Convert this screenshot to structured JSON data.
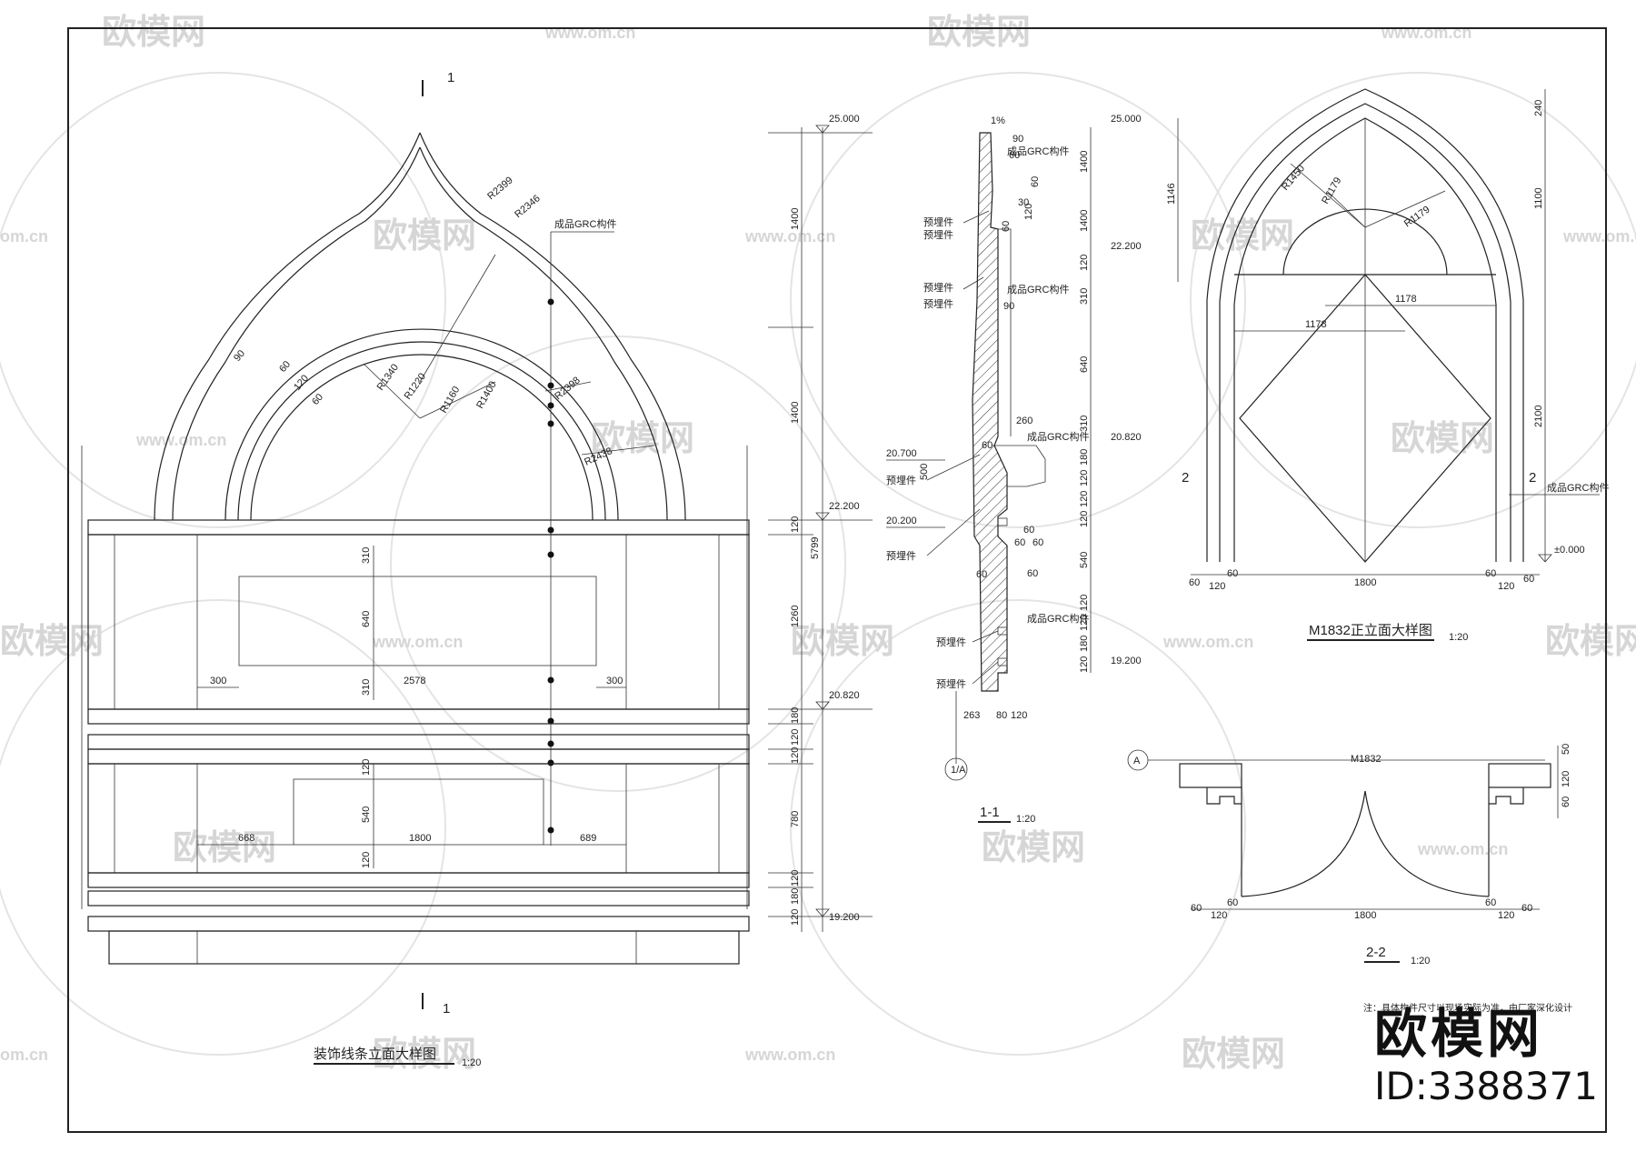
{
  "watermark": {
    "brand": "欧模网",
    "url": "www.om.cn",
    "short_url": "om.cn"
  },
  "brand_box": {
    "name": "欧模网",
    "id_text": "ID:3388371"
  },
  "drawing1": {
    "title": "装饰线条立面大样图",
    "scale": "1:20",
    "section_mark": "1",
    "radii": [
      "R2399",
      "R2346",
      "R1340",
      "R1220",
      "R1160",
      "R1400",
      "R2398",
      "R2438"
    ],
    "arc_dims": [
      "90",
      "60",
      "120",
      "60"
    ],
    "callout": "成品GRC构件",
    "hdims": [
      "300",
      "2578",
      "300",
      "668",
      "1800",
      "689"
    ],
    "vdims_inner": [
      "310",
      "640",
      "310",
      "120",
      "540",
      "120"
    ],
    "right_chain": [
      "1400",
      "1400",
      "120",
      "1260",
      "180",
      "120",
      "120",
      "780",
      "120",
      "180",
      "120"
    ],
    "total": "5799",
    "levels": [
      "25.000",
      "22.200",
      "20.820",
      "19.200"
    ]
  },
  "drawing2": {
    "title": "1-1",
    "scale": "1:20",
    "slope": "1%",
    "grid": "1/A",
    "callouts": [
      "成品GRC构件",
      "预埋件",
      "预埋件",
      "预埋件",
      "预埋件",
      "成品GRC构件",
      "成品GRC构件",
      "预埋件",
      "预埋件",
      "成品GRC构件",
      "预埋件",
      "预埋件"
    ],
    "levels": [
      "25.000",
      "22.200",
      "20.820",
      "19.200",
      "20.700",
      "20.200"
    ],
    "vchain": [
      "1400",
      "1400",
      "120",
      "310",
      "640",
      "310",
      "180",
      "120",
      "120",
      "120",
      "540",
      "120",
      "120",
      "180",
      "120"
    ],
    "small": [
      "90",
      "60",
      "30",
      "120",
      "60",
      "60",
      "90",
      "260",
      "60",
      "500",
      "60",
      "60",
      "60",
      "60",
      "60"
    ],
    "bottom": [
      "263",
      "80",
      "120"
    ]
  },
  "drawing3": {
    "title": "M1832正立面大样图",
    "scale": "1:20",
    "radii": [
      "R1450",
      "R1179",
      "R1179"
    ],
    "dims_h": [
      "1178",
      "1178",
      "1800",
      "60",
      "120",
      "60",
      "60",
      "120",
      "60"
    ],
    "dims_v": [
      "240",
      "1100",
      "2100",
      "1146"
    ],
    "section_mark": "2",
    "callout": "成品GRC构件",
    "level": "±0.000"
  },
  "drawing4": {
    "title": "2-2",
    "scale": "1:20",
    "grid": "A",
    "door": "M1832",
    "dims_h": [
      "60",
      "120",
      "60",
      "1800",
      "60",
      "120",
      "60"
    ],
    "dims_v": [
      "50",
      "120",
      "60"
    ]
  },
  "note": "注：具体构件尺寸以现场实际为准，由厂家深化设计"
}
